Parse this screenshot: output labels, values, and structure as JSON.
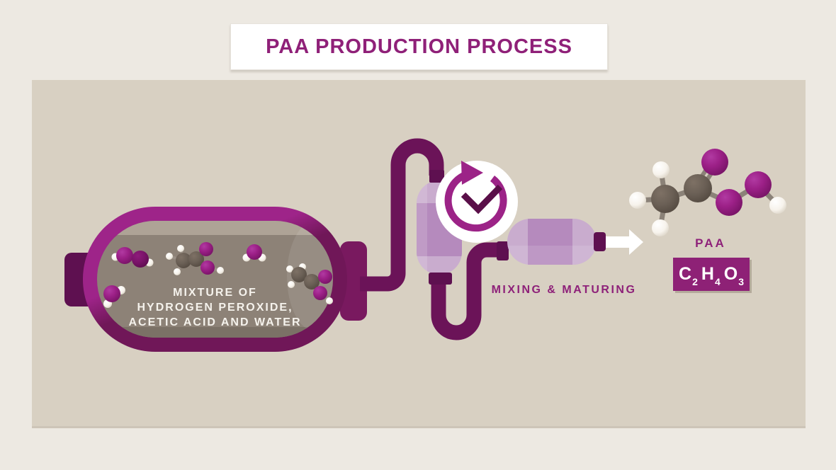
{
  "title": "PAA PRODUCTION PROCESS",
  "tank": {
    "label_lines": [
      "MIXTURE OF",
      "HYDROGEN PEROXIDE,",
      "ACETIC ACID AND WATER"
    ],
    "molecules": [
      "hydrogen-peroxide",
      "acetic-acid",
      "water",
      "water",
      "acetic-acid"
    ]
  },
  "mixing": {
    "label": "MIXING & MATURING",
    "icon": "rotating-timer-clock-icon"
  },
  "paa": {
    "label": "PAA",
    "formula_parts": [
      "C",
      "2",
      "H",
      "4",
      "O",
      "3"
    ],
    "molecule": "peracetic-acid-ball-and-stick"
  },
  "colors": {
    "background": "#EDE9E2",
    "panel": "#D8D0C2",
    "magenta_bright": "#9E2489",
    "magenta_dark": "#701758",
    "pipe": "#6B1358",
    "connector_dark": "#5E1050",
    "vessel_lilac": "#B58ABD",
    "vessel_lilac_light": "#C9ACCE",
    "tank_interior": "#8D8277",
    "tank_interior_light": "#AEA396",
    "title_text": "#8F2078",
    "label_white": "#F5F2EC",
    "formula_box": "#8E2176",
    "oxygen_ball": "#9C2087",
    "carbon_ball": "#6B6056",
    "hydrogen_ball": "#F7F3EC"
  }
}
